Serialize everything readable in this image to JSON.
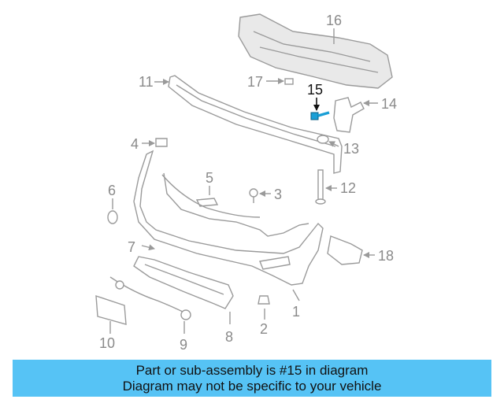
{
  "diagram": {
    "callouts": [
      "1",
      "2",
      "3",
      "4",
      "5",
      "6",
      "7",
      "8",
      "9",
      "10",
      "11",
      "12",
      "13",
      "14",
      "15",
      "16",
      "17",
      "18"
    ],
    "highlighted_callout": "15",
    "highlight_color": "#1a9fd6"
  },
  "banner": {
    "line1": "Part or sub-assembly is #15 in diagram",
    "line2": "Diagram may not be specific to your vehicle",
    "background": "#56c3f5"
  }
}
